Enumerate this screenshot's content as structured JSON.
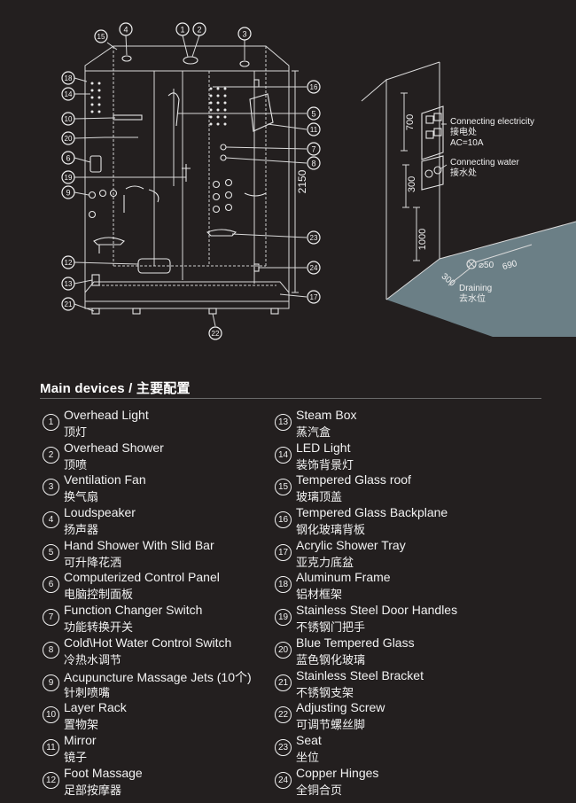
{
  "diagram": {
    "callouts": [
      "1",
      "2",
      "3",
      "4",
      "5",
      "6",
      "7",
      "8",
      "9",
      "10",
      "11",
      "12",
      "13",
      "14",
      "15",
      "16",
      "17",
      "18",
      "19",
      "20",
      "21",
      "22",
      "23",
      "24"
    ],
    "height_dim": "2150",
    "install": {
      "electric_label_en": "Connecting electricity",
      "electric_label_zh": "接电处",
      "electric_spec": "AC=10A",
      "water_label_en": "Connecting water",
      "water_label_zh": "接水处",
      "dim_700": "700",
      "dim_300_vertical": "300",
      "dim_1000": "1000",
      "dim_300_floor": "300",
      "dim_690": "690",
      "drain_diameter": "⌀50",
      "drain_label_en": "Draining",
      "drain_label_zh": "去水位"
    }
  },
  "heading": "Main devices / 主要配置",
  "devices_left": [
    {
      "num": "1",
      "en": "Overhead Light",
      "zh": "顶灯"
    },
    {
      "num": "2",
      "en": "Overhead Shower",
      "zh": "顶喷"
    },
    {
      "num": "3",
      "en": "Ventilation Fan",
      "zh": "换气扇"
    },
    {
      "num": "4",
      "en": "Loudspeaker",
      "zh": "扬声器"
    },
    {
      "num": "5",
      "en": "Hand Shower With Slid Bar",
      "zh": "可升降花洒"
    },
    {
      "num": "6",
      "en": "Computerized Control Panel",
      "zh": "电脑控制面板"
    },
    {
      "num": "7",
      "en": "Function Changer Switch",
      "zh": "功能转换开关"
    },
    {
      "num": "8",
      "en": "Cold\\Hot Water Control Switch",
      "zh": "冷热水调节"
    },
    {
      "num": "9",
      "en": "Acupuncture Massage Jets (10个)",
      "zh": "针刺喷嘴"
    },
    {
      "num": "10",
      "en": "Layer Rack",
      "zh": "置物架"
    },
    {
      "num": "11",
      "en": "Mirror",
      "zh": "镜子"
    },
    {
      "num": "12",
      "en": "Foot Massage",
      "zh": "足部按摩器"
    }
  ],
  "devices_right": [
    {
      "num": "13",
      "en": "Steam Box",
      "zh": "蒸汽盒"
    },
    {
      "num": "14",
      "en": "LED Light",
      "zh": "装饰背景灯"
    },
    {
      "num": "15",
      "en": "Tempered Glass roof",
      "zh": "玻璃顶盖"
    },
    {
      "num": "16",
      "en": "Tempered Glass Backplane",
      "zh": "钢化玻璃背板"
    },
    {
      "num": "17",
      "en": "Acrylic Shower Tray",
      "zh": "亚克力底盆"
    },
    {
      "num": "18",
      "en": "Aluminum Frame",
      "zh": "铝材框架"
    },
    {
      "num": "19",
      "en": "Stainless Steel Door Handles",
      "zh": "不锈钢门把手"
    },
    {
      "num": "20",
      "en": "Blue Tempered Glass",
      "zh": "蓝色钢化玻璃"
    },
    {
      "num": "21",
      "en": "Stainless Steel Bracket",
      "zh": "不锈钢支架"
    },
    {
      "num": "22",
      "en": "Adjusting Screw",
      "zh": "可调节螺丝脚"
    },
    {
      "num": "23",
      "en": "Seat",
      "zh": "坐位"
    },
    {
      "num": "24",
      "en": "Copper Hinges",
      "zh": "全铜合页"
    }
  ],
  "colors": {
    "background": "#231f1f",
    "floor_tile": "#6b7f86",
    "line": "#d9d9d9"
  }
}
